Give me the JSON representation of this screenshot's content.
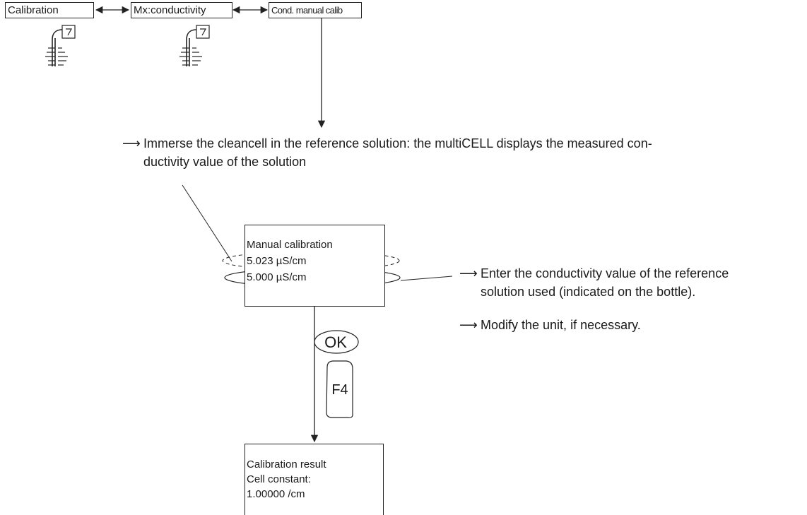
{
  "menu": {
    "items": [
      "Calibration",
      "Mx:conductivity",
      "Cond. manual calib"
    ]
  },
  "icons": [
    "probe-gauge-icon",
    "probe-gauge-icon"
  ],
  "instructions": {
    "immerse_line1": "Immerse the cleancell in the reference solution: the multiCELL displays the measured con-",
    "immerse_line2": "ductivity value of the solution",
    "enter_line1": "Enter the conductivity value of the reference",
    "enter_line2": "solution used (indicated on the bottle).",
    "modify": "Modify the unit, if necessary."
  },
  "screen_manual": {
    "title": "Manual calibration",
    "measured": "5.023 µS/cm",
    "entered": "5.000 µS/cm"
  },
  "keys": {
    "ok": "OK",
    "f4": "F4"
  },
  "screen_result": {
    "title": "Calibration result",
    "label": "Cell constant:",
    "value": "1.00000 /cm"
  }
}
